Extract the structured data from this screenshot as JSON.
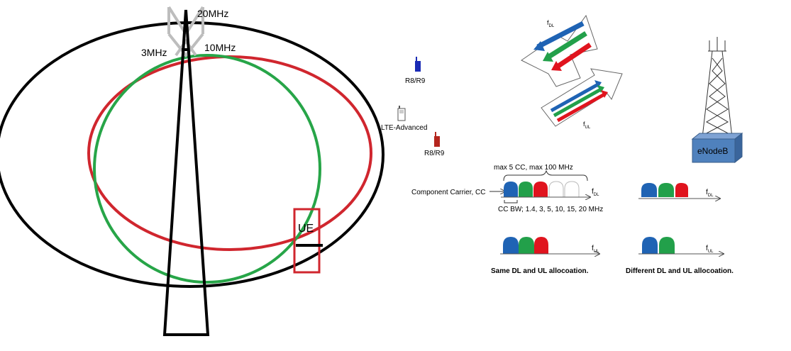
{
  "left_panel": {
    "bandwidth_labels": {
      "bw_20": "20MHz",
      "bw_3": "3MHz",
      "bw_10": "10MHz"
    },
    "ue_label": "UE",
    "colors": {
      "cell_20mhz": "#000000",
      "cell_10mhz_red": "#d0262e",
      "cell_10mhz_green": "#27a548",
      "ue_box": "#d0262e"
    }
  },
  "right_panel": {
    "devices": {
      "r8r9_top": "R8/R9",
      "lte_advanced": "LTE-Advanced",
      "r8r9_bottom": "R8/R9"
    },
    "arrows": {
      "f_dl": "f",
      "f_dl_sub": "DL",
      "f_ul": "f",
      "f_ul_sub": "UL"
    },
    "enodeb_label": "eNodeB",
    "cc_diagram": {
      "max_label": "max 5 CC, max 100 MHz",
      "component_carrier_label": "Component Carrier, CC",
      "bw_label": "CC BW; 1.4, 3, 5, 10, 15, 20 MHz",
      "f_label": "f",
      "f_sub": "DL"
    },
    "same_alloc": {
      "ul_f": "f",
      "ul_sub": "UL",
      "caption": "Same DL and UL allocoation."
    },
    "diff_alloc": {
      "dl_f": "f",
      "dl_sub": "DL",
      "ul_f": "f",
      "ul_sub": "UL",
      "caption": "Different DL and UL allocoation."
    },
    "colors": {
      "blue": "#1f63b4",
      "green": "#22a04a",
      "red": "#e0141e",
      "enodeb": "#4f81bd"
    }
  }
}
